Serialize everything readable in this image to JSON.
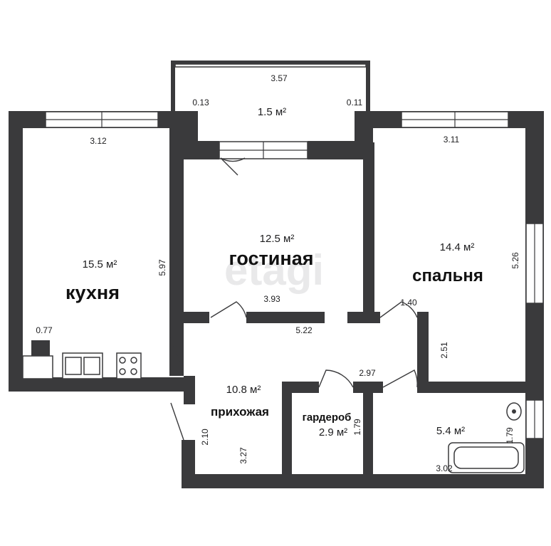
{
  "rooms": {
    "balcony": {
      "area": "1.5 м²"
    },
    "kitchen": {
      "name": "кухня",
      "area": "15.5 м²"
    },
    "living": {
      "name": "гостиная",
      "area": "12.5 м²"
    },
    "bedroom": {
      "name": "спальня",
      "area": "14.4 м²"
    },
    "hall": {
      "name": "прихожая",
      "area": "10.8 м²"
    },
    "wardrobe": {
      "name": "гардероб",
      "area": "2.9 м²"
    },
    "bathroom": {
      "area": "5.4 м²"
    }
  },
  "dimensions": {
    "balcony_width": "3.57",
    "balcony_left": "0.13",
    "balcony_right": "0.11",
    "kitchen_width": "3.12",
    "kitchen_length": "5.97",
    "kitchen_niche": "0.77",
    "living_width": "3.93",
    "bedroom_width": "3.11",
    "bedroom_length": "5.26",
    "bedroom_door": "1.40",
    "hall_width": "5.22",
    "hall_left": "2.10",
    "hall_bottom": "3.27",
    "corridor_right": "2.51",
    "wardrobe_door": "2.97",
    "wardrobe_depth": "1.79",
    "bathroom_depth": "1.79",
    "bathroom_width": "3.02"
  },
  "watermark": "etagi"
}
